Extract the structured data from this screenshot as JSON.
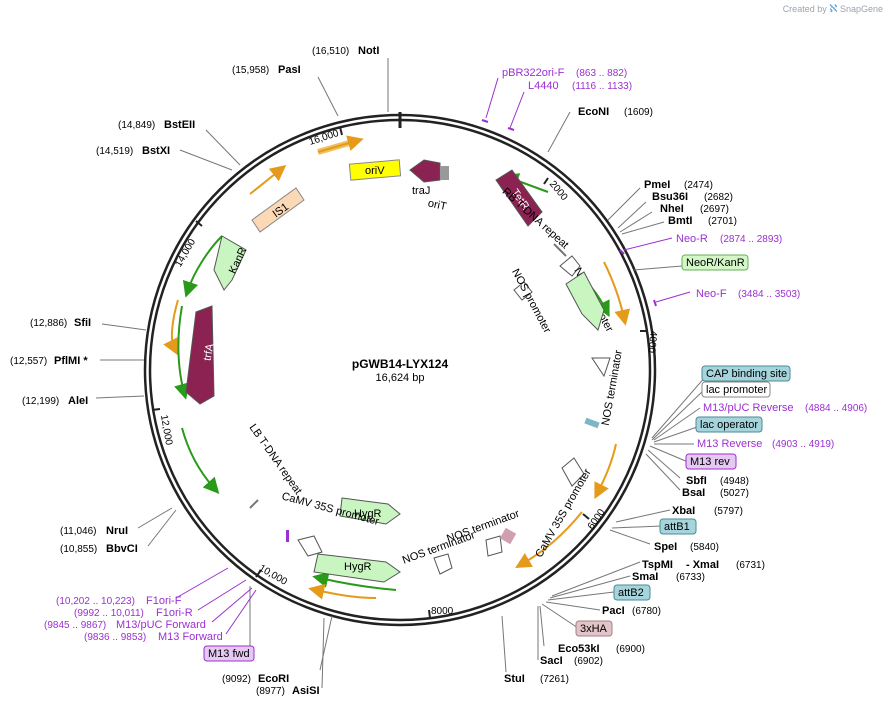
{
  "credit": {
    "created_by": "Created by",
    "brand": "SnapGene"
  },
  "plasmid": {
    "name": "pGWB14-LYX124",
    "size": "16,624 bp",
    "length": 16624
  },
  "ticks": [
    "2000",
    "4000",
    "6000",
    "8000",
    "10,000",
    "12,000",
    "14,000",
    "16,000"
  ],
  "sites": [
    {
      "name": "NotI",
      "pos": "(16,510)"
    },
    {
      "name": "PasI",
      "pos": "(15,958)"
    },
    {
      "name": "BstEII",
      "pos": "(14,849)"
    },
    {
      "name": "BstXI",
      "pos": "(14,519)"
    },
    {
      "name": "SfiI",
      "pos": "(12,886)"
    },
    {
      "name": "PflMI *",
      "pos": "(12,557)"
    },
    {
      "name": "AleI",
      "pos": "(12,199)"
    },
    {
      "name": "NruI",
      "pos": "(11,046)"
    },
    {
      "name": "BbvCI",
      "pos": "(10,855)"
    },
    {
      "name": "EcoRI",
      "pos": "(9092)"
    },
    {
      "name": "AsiSI",
      "pos": "(8977)"
    },
    {
      "name": "EcoNI",
      "pos": "(1609)"
    },
    {
      "name": "PmeI",
      "pos": "(2474)"
    },
    {
      "name": "Bsu36I",
      "pos": "(2682)"
    },
    {
      "name": "NheI",
      "pos": "(2697)"
    },
    {
      "name": "BmtI",
      "pos": "(2701)"
    },
    {
      "name": "SbfI",
      "pos": "(4948)"
    },
    {
      "name": "BsaI",
      "pos": "(5027)"
    },
    {
      "name": "XbaI",
      "pos": "(5797)"
    },
    {
      "name": "SpeI",
      "pos": "(5840)"
    },
    {
      "name": "TspMI",
      "pos": ""
    },
    {
      "name": "- XmaI",
      "pos": "(6731)"
    },
    {
      "name": "SmaI",
      "pos": "(6733)"
    },
    {
      "name": "PacI",
      "pos": "(6780)"
    },
    {
      "name": "Eco53kI",
      "pos": "(6900)"
    },
    {
      "name": "SacI",
      "pos": "(6902)"
    },
    {
      "name": "StuI",
      "pos": "(7261)"
    }
  ],
  "primers": [
    {
      "name": "pBR322ori-F",
      "range": "(863 .. 882)"
    },
    {
      "name": "L4440",
      "range": "(1116 .. 1133)"
    },
    {
      "name": "Neo-R",
      "range": "(2874 .. 2893)"
    },
    {
      "name": "Neo-F",
      "range": "(3484 .. 3503)"
    },
    {
      "name": "M13/pUC Reverse",
      "range": "(4884 .. 4906)"
    },
    {
      "name": "M13 Reverse",
      "range": "(4903 .. 4919)"
    },
    {
      "name": "F1ori-F",
      "range": "(10,202 .. 10,223)"
    },
    {
      "name": "F1ori-R",
      "range": "(9992 .. 10,011)"
    },
    {
      "name": "M13/pUC Forward",
      "range": "(9845 .. 9867)"
    },
    {
      "name": "M13 Forward",
      "range": "(9836 .. 9853)"
    }
  ],
  "boxes": [
    {
      "name": "NeoR/KanR",
      "fill": "#d4f7c8",
      "stroke": "#6aae5a"
    },
    {
      "name": "CAP binding site",
      "fill": "#a6d4dc",
      "stroke": "#4a8a96"
    },
    {
      "name": "lac promoter",
      "fill": "#ffffff",
      "stroke": "#888888"
    },
    {
      "name": "lac operator",
      "fill": "#a6d4dc",
      "stroke": "#4a8a96"
    },
    {
      "name": "M13 rev",
      "fill": "#e6c9f2",
      "stroke": "#9b30d0"
    },
    {
      "name": "attB1",
      "fill": "#a6d4dc",
      "stroke": "#4a8a96"
    },
    {
      "name": "attB2",
      "fill": "#a6d4dc",
      "stroke": "#4a8a96"
    },
    {
      "name": "3xHA",
      "fill": "#e2c4c8",
      "stroke": "#a08088"
    },
    {
      "name": "M13 fwd",
      "fill": "#e6c9f2",
      "stroke": "#9b30d0"
    }
  ],
  "features": [
    {
      "name": "oriV",
      "color": "#ffff00"
    },
    {
      "name": "traJ",
      "color": "#8b2252"
    },
    {
      "name": "oriT",
      "color": "#999999"
    },
    {
      "name": "TetR",
      "color": "#8b2252"
    },
    {
      "name": "RB T-DNA repeat",
      "color": "#999999"
    },
    {
      "name": "NOS promoter",
      "color": "#ffffff"
    },
    {
      "name": "NOS promoter",
      "color": "#ffffff"
    },
    {
      "name": "NOS terminator",
      "color": "#ffffff"
    },
    {
      "name": "CaMV 35S promoter",
      "color": "#ffffff"
    },
    {
      "name": "NOS terminator",
      "color": "#ffffff"
    },
    {
      "name": "NOS terminator",
      "color": "#ffffff"
    },
    {
      "name": "HygR",
      "color": "#c8f5c0"
    },
    {
      "name": "HygR",
      "color": "#c8f5c0"
    },
    {
      "name": "CaMV 35S promoter",
      "color": "#ffffff"
    },
    {
      "name": "LB T-DNA repeat",
      "color": "#999999"
    },
    {
      "name": "trfA",
      "color": "#8b2252"
    },
    {
      "name": "KanR",
      "color": "#c8f5c0"
    },
    {
      "name": "IS1",
      "color": "#fcd9b6"
    }
  ],
  "colors": {
    "orf_green": "#2a9a1a",
    "orf_orange": "#e59a1a",
    "primer_purple": "#9b30d0",
    "backbone": "#222222"
  }
}
